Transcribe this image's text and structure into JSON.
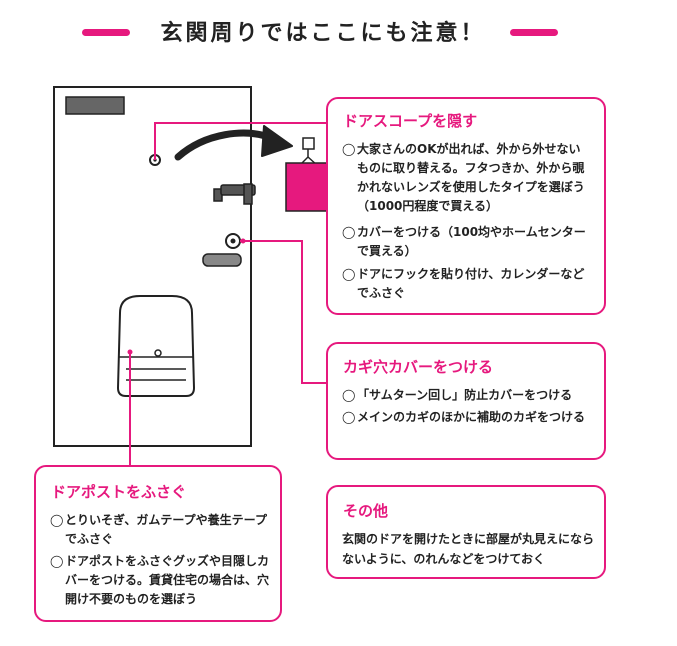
{
  "title": "玄関周りではここにも注意！",
  "colors": {
    "accent": "#e6197e",
    "ink": "#222222"
  },
  "marker": "◯",
  "callouts": {
    "scope": {
      "heading": "ドアスコープを隠す",
      "items": [
        "大家さんのOKが出れば、外から外せないものに取り替える。フタつきか、外から覗かれないレンズを使用したタイプを選ぼう（1000円程度で買える）",
        "カバーをつける（100均やホームセンターで買える）",
        "ドアにフックを貼り付け、カレンダーなどでふさぐ"
      ]
    },
    "keyhole": {
      "heading": "カギ穴カバーをつける",
      "items": [
        "「サムターン回し」防止カバーをつける",
        "メインのカギのほかに補助のカギをつける"
      ]
    },
    "mailslot": {
      "heading": "ドアポストをふさぐ",
      "items": [
        "とりいそぎ、ガムテープや養生テープでふさぐ",
        "ドアポストをふさぐグッズや目隠しカバーをつける。賃貸住宅の場合は、穴開け不要のものを選ぼう"
      ]
    },
    "other": {
      "heading": "その他",
      "text": "玄関のドアを開けたときに部屋が丸見えにならないように、のれんなどをつけておく"
    }
  }
}
